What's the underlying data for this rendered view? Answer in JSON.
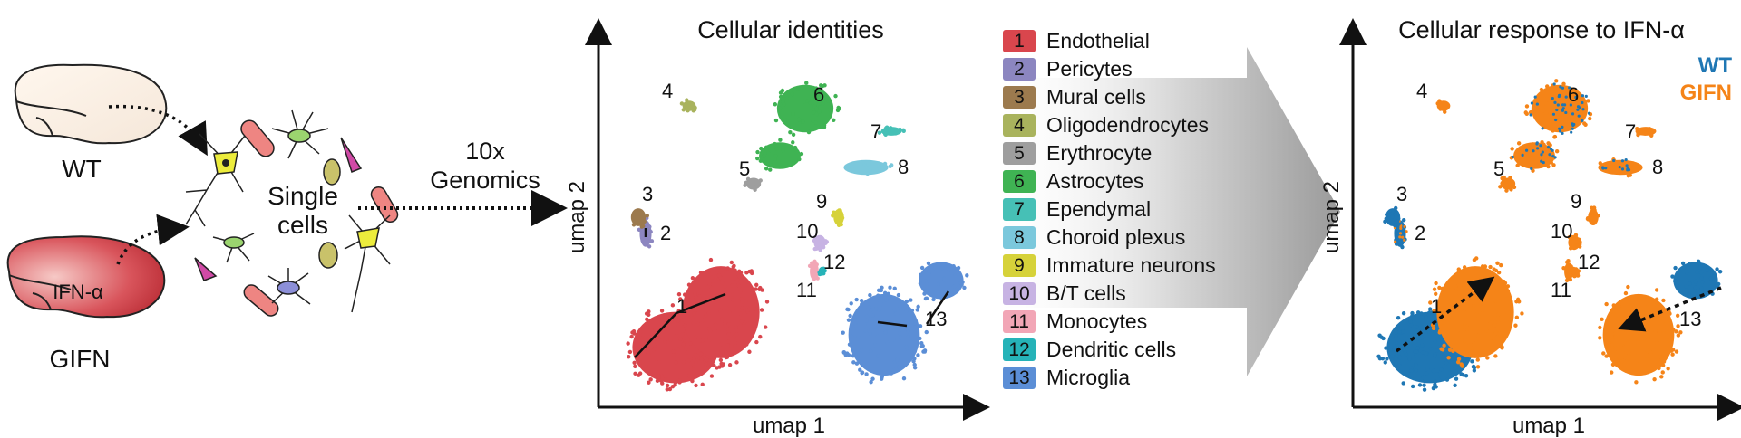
{
  "left_panel": {
    "wt_label": "WT",
    "gifn_label": "GIFN",
    "brain_text": "IFN-α",
    "single_cells_line1": "Single",
    "single_cells_line2": "cells",
    "method_line1": "10x",
    "method_line2": "Genomics"
  },
  "identity_plot": {
    "title": "Cellular identities",
    "xlabel": "umap 1",
    "ylabel": "umap 2",
    "cluster_labels": [
      "1",
      "2",
      "3",
      "4",
      "5",
      "6",
      "7",
      "8",
      "9",
      "10",
      "11",
      "12",
      "13"
    ]
  },
  "legend": [
    {
      "num": "1",
      "label": "Endothelial",
      "color": "#d9464d"
    },
    {
      "num": "2",
      "label": "Pericytes",
      "color": "#8c86c0"
    },
    {
      "num": "3",
      "label": "Mural cells",
      "color": "#9c7a4e"
    },
    {
      "num": "4",
      "label": "Oligodendrocytes",
      "color": "#a9b35d"
    },
    {
      "num": "5",
      "label": "Erythrocyte",
      "color": "#9e9e9e"
    },
    {
      "num": "6",
      "label": "Astrocytes",
      "color": "#3fb353"
    },
    {
      "num": "7",
      "label": "Ependymal",
      "color": "#46c0b6"
    },
    {
      "num": "8",
      "label": "Choroid plexus",
      "color": "#7bc8dc"
    },
    {
      "num": "9",
      "label": "Immature neurons",
      "color": "#d6d23a"
    },
    {
      "num": "10",
      "label": "B/T cells",
      "color": "#c7b3e3"
    },
    {
      "num": "11",
      "label": "Monocytes",
      "color": "#f2a6b6"
    },
    {
      "num": "12",
      "label": "Dendritic cells",
      "color": "#26b3b8"
    },
    {
      "num": "13",
      "label": "Microglia",
      "color": "#5b8ed6"
    }
  ],
  "response_plot": {
    "title": "Cellular response to IFN-α",
    "xlabel": "umap 1",
    "ylabel": "umap 2",
    "series": [
      {
        "name": "WT",
        "color": "#1f77b4"
      },
      {
        "name": "GIFN",
        "color": "#f58418"
      }
    ],
    "cluster_labels": [
      "1",
      "2",
      "3",
      "4",
      "5",
      "6",
      "7",
      "8",
      "9",
      "10",
      "11",
      "12",
      "13"
    ]
  }
}
